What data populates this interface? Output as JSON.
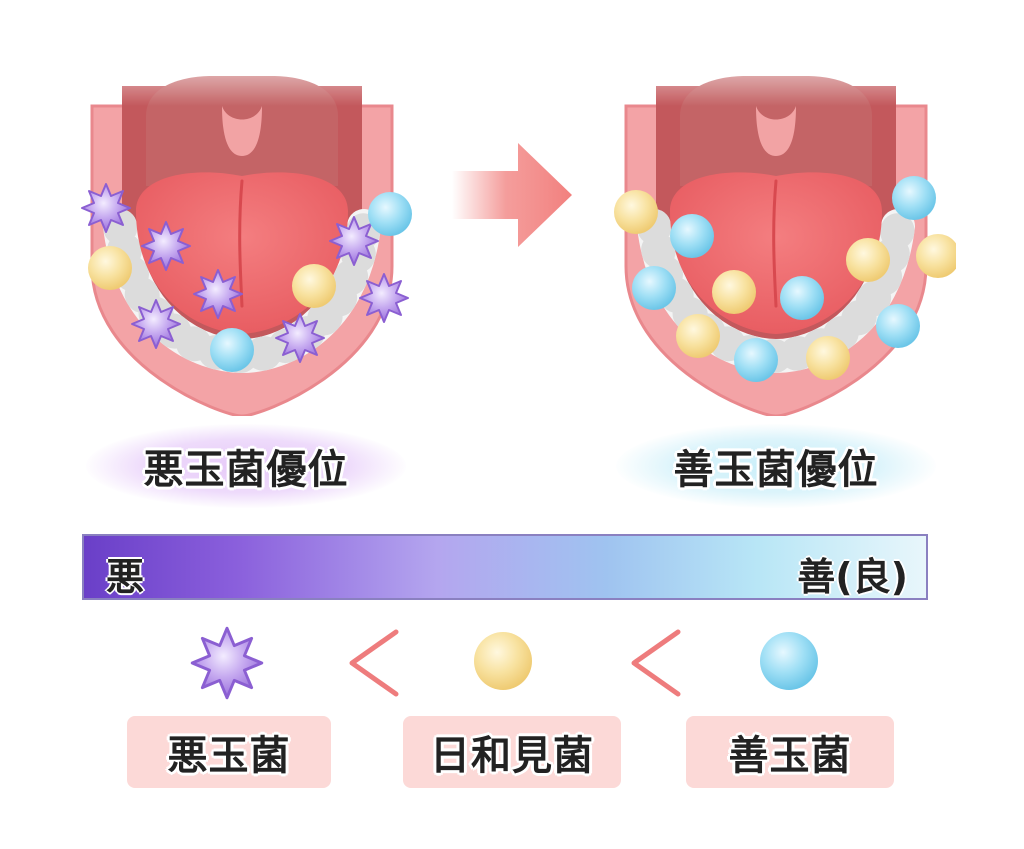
{
  "labels": {
    "bad_dominant": "悪玉菌優位",
    "good_dominant": "善玉菌優位"
  },
  "scale": {
    "left": "悪",
    "right": "善(良)"
  },
  "legend": {
    "comparator": "<",
    "bad": "悪玉菌",
    "neutral": "日和見菌",
    "good": "善玉菌"
  },
  "colors": {
    "bad_bacteria": "#a07ae0",
    "neutral_bacteria": "#f7dc8a",
    "good_bacteria": "#8ed8f2",
    "arrow": "#f28c8a",
    "scale_start": "#6a3fc8",
    "scale_end": "#e8f6fb",
    "tag_bg": "#fcd9d7"
  },
  "icons": {
    "mouth_before": "mouth-icon",
    "mouth_after": "mouth-icon",
    "transition": "arrow-right-icon",
    "bad_bacteria": "spiky-ball-icon",
    "neutral_bacteria": "yellow-circle-icon",
    "good_bacteria": "blue-circle-icon"
  }
}
